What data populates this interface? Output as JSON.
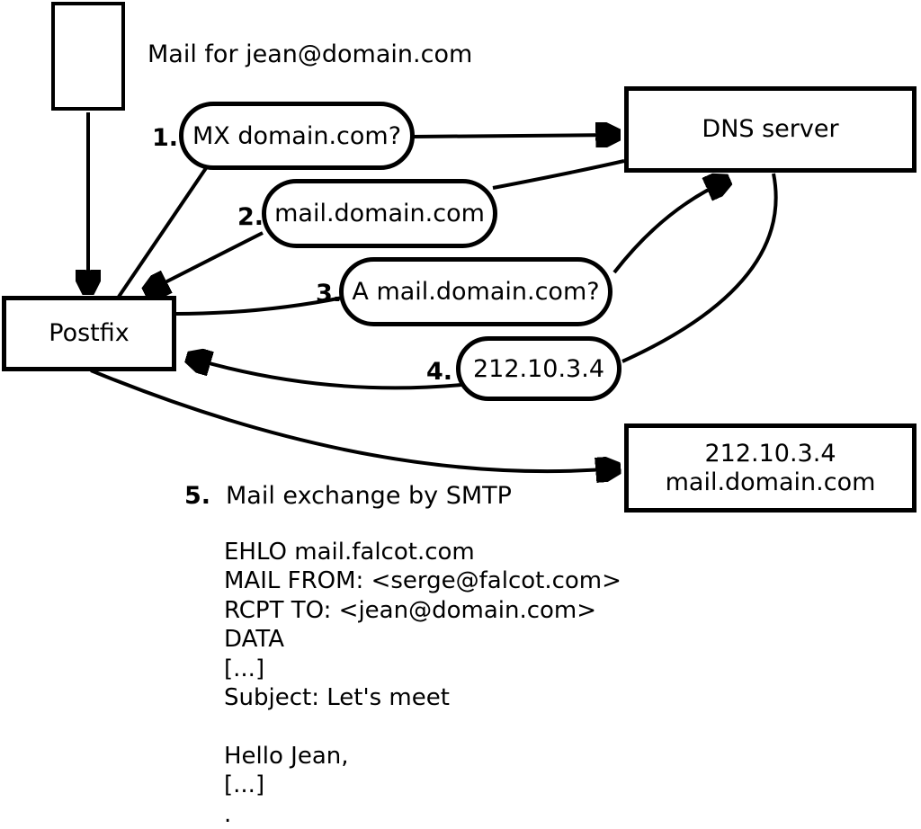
{
  "diagram": {
    "title": "Mail for jean@domain.com",
    "nodes": {
      "postfix": {
        "label": "Postfix"
      },
      "dns": {
        "label": "DNS server"
      },
      "mail_server": {
        "line1": "212.10.3.4",
        "line2": "mail.domain.com"
      }
    },
    "steps": [
      {
        "number": "1.",
        "text": "MX domain.com?"
      },
      {
        "number": "2.",
        "text": "mail.domain.com"
      },
      {
        "number": "3.",
        "text": "A mail.domain.com?"
      },
      {
        "number": "4.",
        "text": "212.10.3.4"
      },
      {
        "number": "5.",
        "text": "Mail exchange by SMTP"
      }
    ],
    "smtp_session": {
      "lines": [
        "EHLO mail.falcot.com",
        "MAIL FROM: <serge@falcot.com>",
        "RCPT TO: <jean@domain.com>",
        "DATA",
        "[...]",
        "Subject: Let's meet",
        "",
        "Hello Jean,",
        "[...]",
        "."
      ]
    },
    "colors": {
      "stroke": "#000000",
      "background": "#ffffff"
    }
  }
}
